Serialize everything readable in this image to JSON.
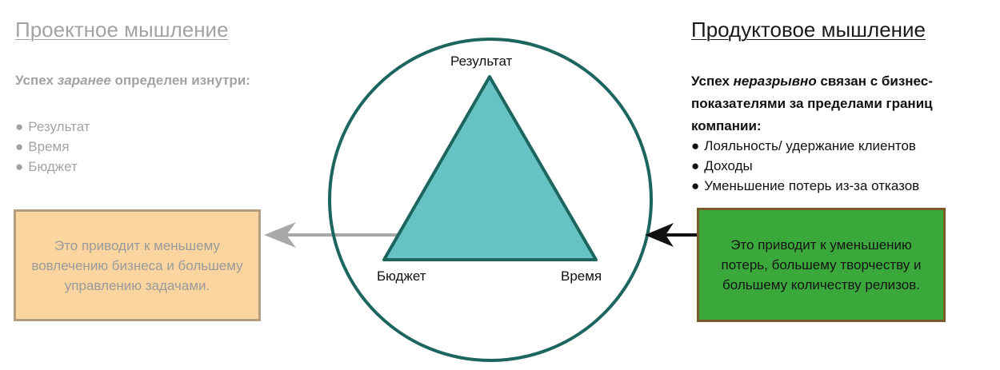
{
  "project": {
    "title": "Проектное мышление",
    "success_prefix": "Успех ",
    "success_emph": "заранее",
    "success_suffix": " определен изнутри:",
    "items": [
      "Результат",
      "Время",
      "Бюджет"
    ],
    "outcome": "Это приводит к меньшему вовлечению бизнеса и большему управлению задачами."
  },
  "product": {
    "title": "Продуктовое мышление",
    "success_prefix": "Успех ",
    "success_emph": "неразрывно",
    "success_suffix": " связан с бизнес-показателями за пределами границ компании:",
    "items": [
      "Лояльность/ удержание клиентов",
      "Доходы",
      "Уменьшение потерь из-за отказов"
    ],
    "outcome": "Это приводит к уменьшению потерь, большему творчеству и большему количеству релизов."
  },
  "triangle": {
    "top_label": "Результат",
    "left_label": "Бюджет",
    "right_label": "Время"
  },
  "colors": {
    "circle": "#1d6660",
    "triangle_fill": "#66c2c3",
    "triangle_stroke": "#1d6660",
    "muted_text": "#a3a3a3",
    "left_box_fill": "#fad59f",
    "left_box_border": "#b39e80",
    "right_box_fill": "#3aa83b",
    "right_box_border": "#7b5a2c",
    "left_arrow": "#a8a8a8",
    "right_arrow": "#111111"
  }
}
